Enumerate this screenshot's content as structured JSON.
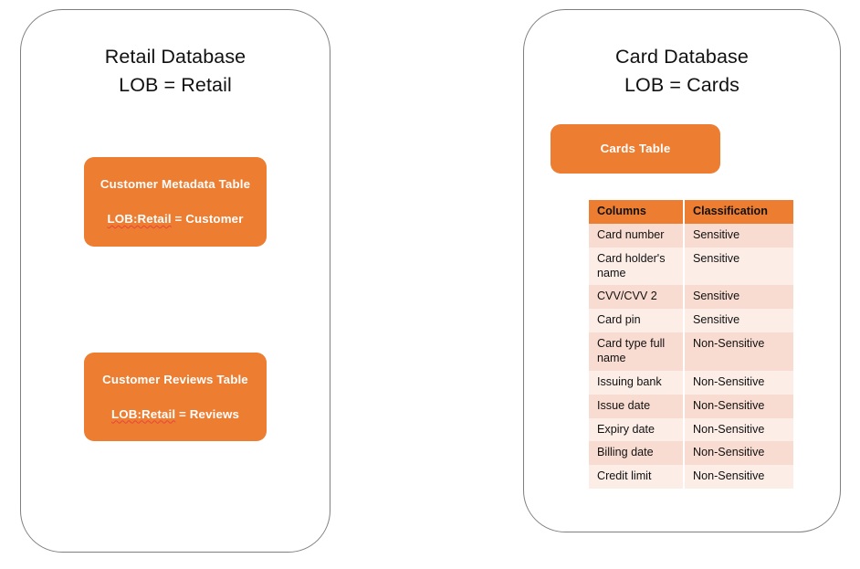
{
  "theme": {
    "accent_orange": "#ED7D31",
    "row_dark": "#F9DCD1",
    "row_light": "#FCEDE7",
    "panel_border": "#7F7F7F",
    "text": "#111111",
    "spellcheck_underline": "#E8453C"
  },
  "panels": [
    {
      "id": "retail",
      "title_line1": "Retail Database",
      "title_line2": "LOB = Retail",
      "boxes": [
        {
          "id": "customer-metadata",
          "title": "Customer Metadata Table",
          "sub_token": "LOB:Retail",
          "sub_rest": " = Customer"
        },
        {
          "id": "customer-reviews",
          "title": "Customer Reviews Table",
          "sub_token": "LOB:Retail",
          "sub_rest": " = Reviews"
        }
      ]
    },
    {
      "id": "cards",
      "title_line1": "Card Database",
      "title_line2": "LOB = Cards",
      "boxes": [
        {
          "id": "cards-table",
          "title": "Cards Table"
        }
      ]
    }
  ],
  "classification_table": {
    "headers": [
      "Columns",
      "Classification"
    ],
    "rows": [
      {
        "column": "Card number",
        "classification": "Sensitive"
      },
      {
        "column": "Card holder's name",
        "classification": "Sensitive"
      },
      {
        "column": "CVV/CVV 2",
        "classification": "Sensitive"
      },
      {
        "column": "Card pin",
        "classification": "Sensitive"
      },
      {
        "column": "Card type full name",
        "classification": "Non-Sensitive"
      },
      {
        "column": "Issuing bank",
        "classification": "Non-Sensitive"
      },
      {
        "column": "Issue date",
        "classification": "Non-Sensitive"
      },
      {
        "column": "Expiry date",
        "classification": "Non-Sensitive"
      },
      {
        "column": "Billing date",
        "classification": "Non-Sensitive"
      },
      {
        "column": "Credit limit",
        "classification": "Non-Sensitive"
      }
    ]
  }
}
